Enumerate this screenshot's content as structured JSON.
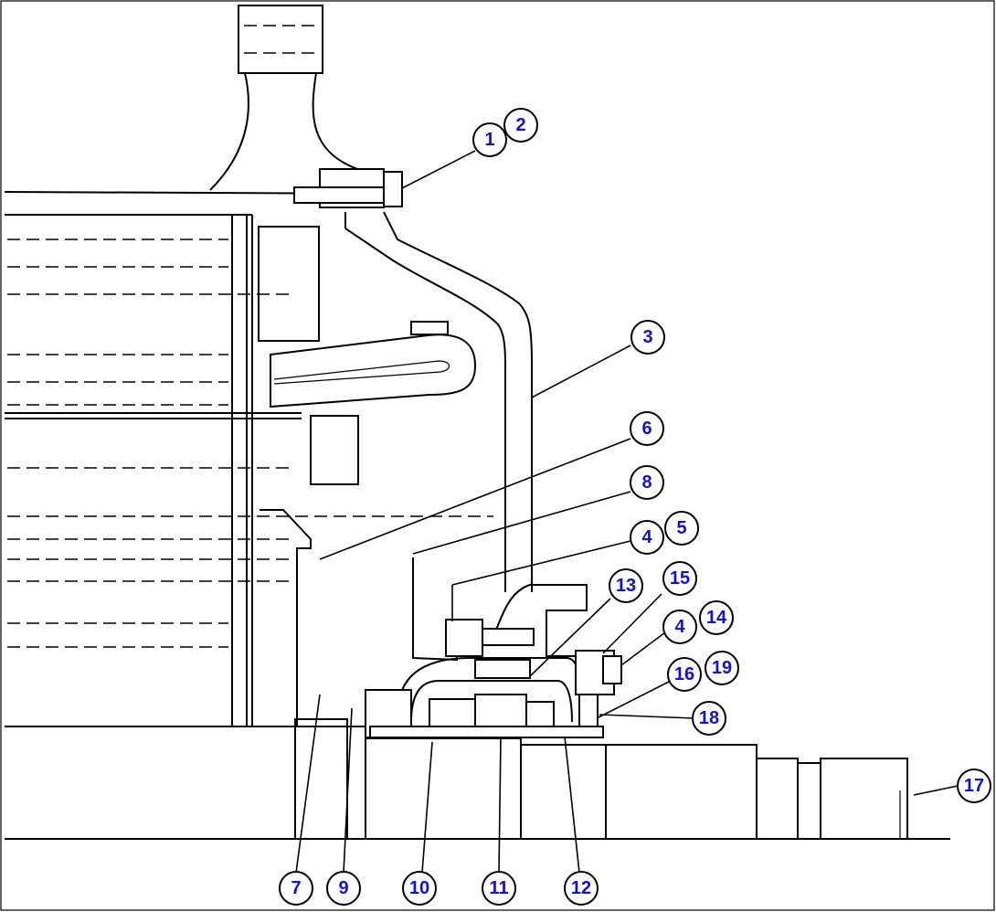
{
  "diagram": {
    "colors": {
      "callout_text": "#1010e0",
      "line": "#000000",
      "background": "#ffffff"
    },
    "callouts": [
      {
        "id": "1",
        "label": "1"
      },
      {
        "id": "2",
        "label": "2"
      },
      {
        "id": "3",
        "label": "3"
      },
      {
        "id": "4a",
        "label": "4"
      },
      {
        "id": "4b",
        "label": "4"
      },
      {
        "id": "5",
        "label": "5"
      },
      {
        "id": "6",
        "label": "6"
      },
      {
        "id": "7",
        "label": "7"
      },
      {
        "id": "8",
        "label": "8"
      },
      {
        "id": "9",
        "label": "9"
      },
      {
        "id": "10",
        "label": "10"
      },
      {
        "id": "11",
        "label": "11"
      },
      {
        "id": "12",
        "label": "12"
      },
      {
        "id": "13",
        "label": "13"
      },
      {
        "id": "14",
        "label": "14"
      },
      {
        "id": "15",
        "label": "15"
      },
      {
        "id": "16",
        "label": "16"
      },
      {
        "id": "17",
        "label": "17"
      },
      {
        "id": "18",
        "label": "18"
      },
      {
        "id": "19",
        "label": "19"
      }
    ]
  }
}
